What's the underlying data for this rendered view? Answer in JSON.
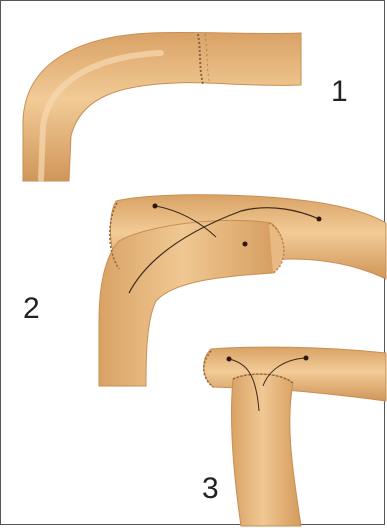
{
  "labels": {
    "one": "1",
    "two": "2",
    "three": "3"
  },
  "colors": {
    "tube_fill": "#E3AF75",
    "tube_light": "#F2CFA0",
    "tube_edge": "#C98E52",
    "suture": "#7A5A3A",
    "thread": "#3A2A1A"
  }
}
